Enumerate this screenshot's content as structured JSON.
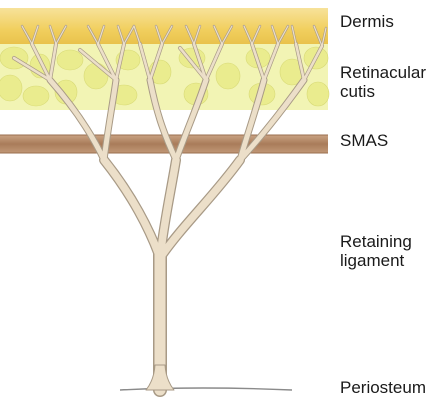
{
  "labels": {
    "dermis": "Dermis",
    "retinacular_cutis": "Retinacular\ncutis",
    "smas": "SMAS",
    "retaining_ligament": "Retaining\nligament",
    "periosteum": "Periosteum"
  },
  "colors": {
    "dermis": "#f3d46a",
    "fat": "#eef09a",
    "smas": "#b88a66",
    "tree_fill": "#ecdfc9",
    "tree_outline": "#a89a86",
    "periosteum_line": "#8a8a8a"
  }
}
